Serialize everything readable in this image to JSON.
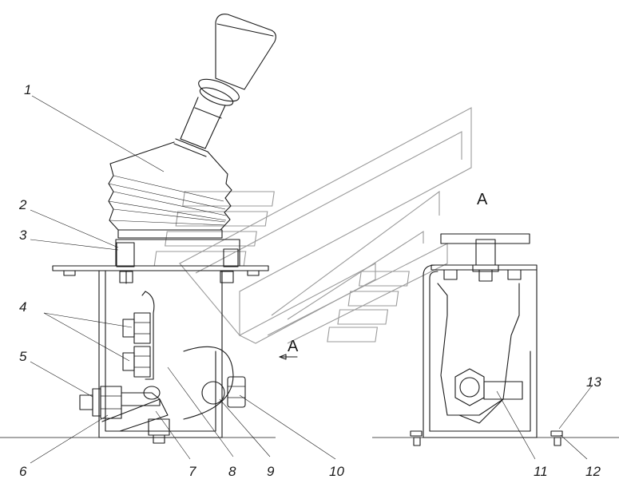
{
  "callouts": {
    "c1": "1",
    "c2": "2",
    "c3": "3",
    "c4": "4",
    "c5": "5",
    "c6": "6",
    "c7": "7",
    "c8": "8",
    "c9": "9",
    "c10": "10",
    "c11": "11",
    "c12": "12",
    "c13": "13"
  },
  "view_labels": {
    "section_mark": "A",
    "view_title": "A"
  },
  "icons": {
    "watermark": "watermark-chevron-logo"
  },
  "colors": {
    "line": "#1a1a1a",
    "watermark": "#9a9a9a",
    "background": "#ffffff"
  }
}
